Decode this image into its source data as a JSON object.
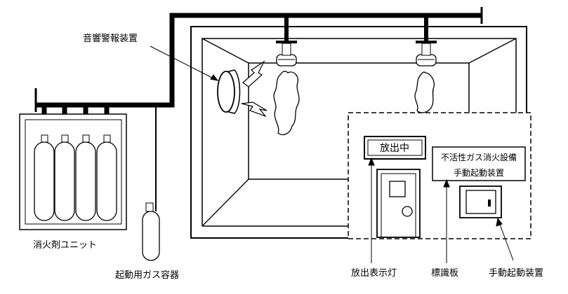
{
  "labels": {
    "alarm_device": "音響警報装置",
    "agent_unit": "消火剤ユニット",
    "start_gas_container": "起動用ガス容器",
    "discharge_lamp": "放出表示灯",
    "sign_board": "標識板",
    "manual_start_device": "手動起動装置"
  },
  "lamp_text": "放出中",
  "sign_text": {
    "line1": "不活性ガス消火設備",
    "line2": "手動起動装置"
  }
}
